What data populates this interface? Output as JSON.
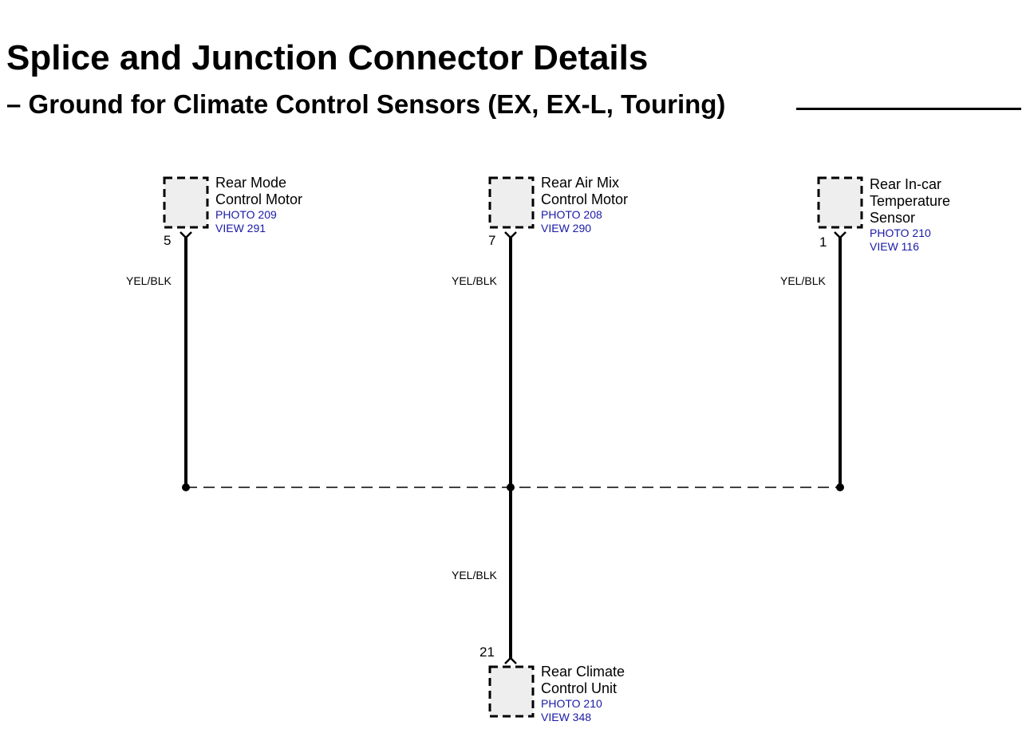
{
  "page": {
    "title": "Splice and Junction Connector Details",
    "subtitle": "– Ground for Climate Control Sensors (EX, EX-L, Touring)"
  },
  "components": {
    "rear_mode_control_motor": {
      "name_line1": "Rear Mode",
      "name_line2": "Control Motor",
      "photo": "PHOTO 209",
      "view": "VIEW 291",
      "pin": "5",
      "wire_color": "YEL/BLK"
    },
    "rear_air_mix_control_motor": {
      "name_line1": "Rear Air Mix",
      "name_line2": "Control Motor",
      "photo": "PHOTO 208",
      "view": "VIEW 290",
      "pin": "7",
      "wire_color": "YEL/BLK"
    },
    "rear_in_car_temperature_sensor": {
      "name_line1": "Rear In-car",
      "name_line2": "Temperature",
      "name_line3": "Sensor",
      "photo": "PHOTO 210",
      "view": "VIEW 116",
      "pin": "1",
      "wire_color": "YEL/BLK"
    },
    "rear_climate_control_unit": {
      "name_line1": "Rear Climate",
      "name_line2": "Control Unit",
      "photo": "PHOTO 210",
      "view": "VIEW 348",
      "pin": "21",
      "wire_color": "YEL/BLK"
    }
  },
  "colors": {
    "wire": "#000000",
    "connector_fill": "#eeeeee",
    "reference_text": "#1a1aa6"
  }
}
